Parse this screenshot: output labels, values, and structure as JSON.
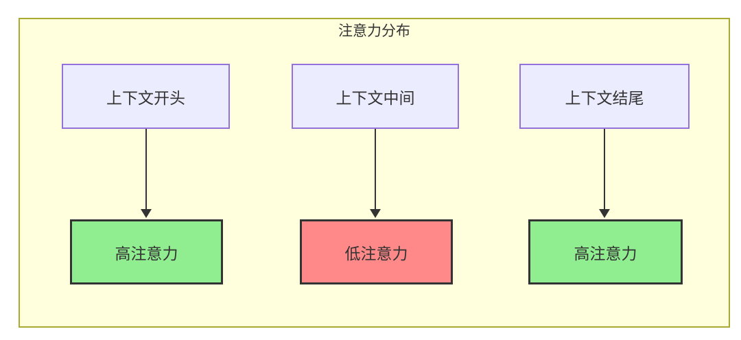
{
  "diagram": {
    "title": "注意力分布",
    "columns": [
      {
        "top_label": "上下文开头",
        "bottom_label": "高注意力",
        "status": "high"
      },
      {
        "top_label": "上下文中间",
        "bottom_label": "低注意力",
        "status": "low"
      },
      {
        "top_label": "上下文结尾",
        "bottom_label": "高注意力",
        "status": "high"
      }
    ],
    "colors": {
      "container_fill": "#FFFFDE",
      "container_border": "#AAAA33",
      "top_fill": "#ECECFF",
      "top_border": "#9370DB",
      "bottom_border": "#333333",
      "high_fill": "#90EE90",
      "low_fill": "#FF8888",
      "arrow_color": "#333333",
      "text_color": "#333333"
    }
  }
}
